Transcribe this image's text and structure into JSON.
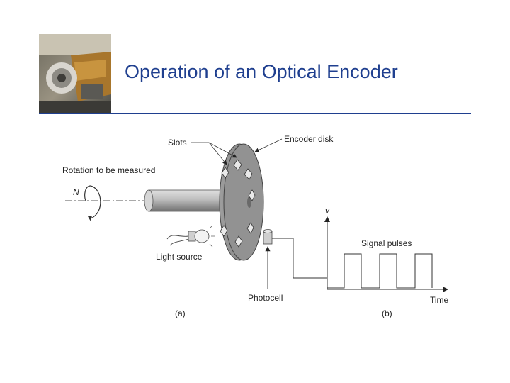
{
  "title": "Operation of an Optical Encoder",
  "photo_description_icon": "encoder-photo",
  "labels": {
    "slots": "Slots",
    "encoder_disk": "Encoder disk",
    "rotation": "Rotation to be measured",
    "n": "N",
    "light_source": "Light source",
    "photocell": "Photocell",
    "part_a": "(a)",
    "v_axis": "v",
    "signal_pulses": "Signal pulses",
    "time_axis": "Time",
    "part_b": "(b)"
  },
  "colors": {
    "title": "#1f3f8f",
    "rule": "#1f3f8f",
    "disk": "#8e8e8e",
    "shaft": "#b4b4b4"
  }
}
